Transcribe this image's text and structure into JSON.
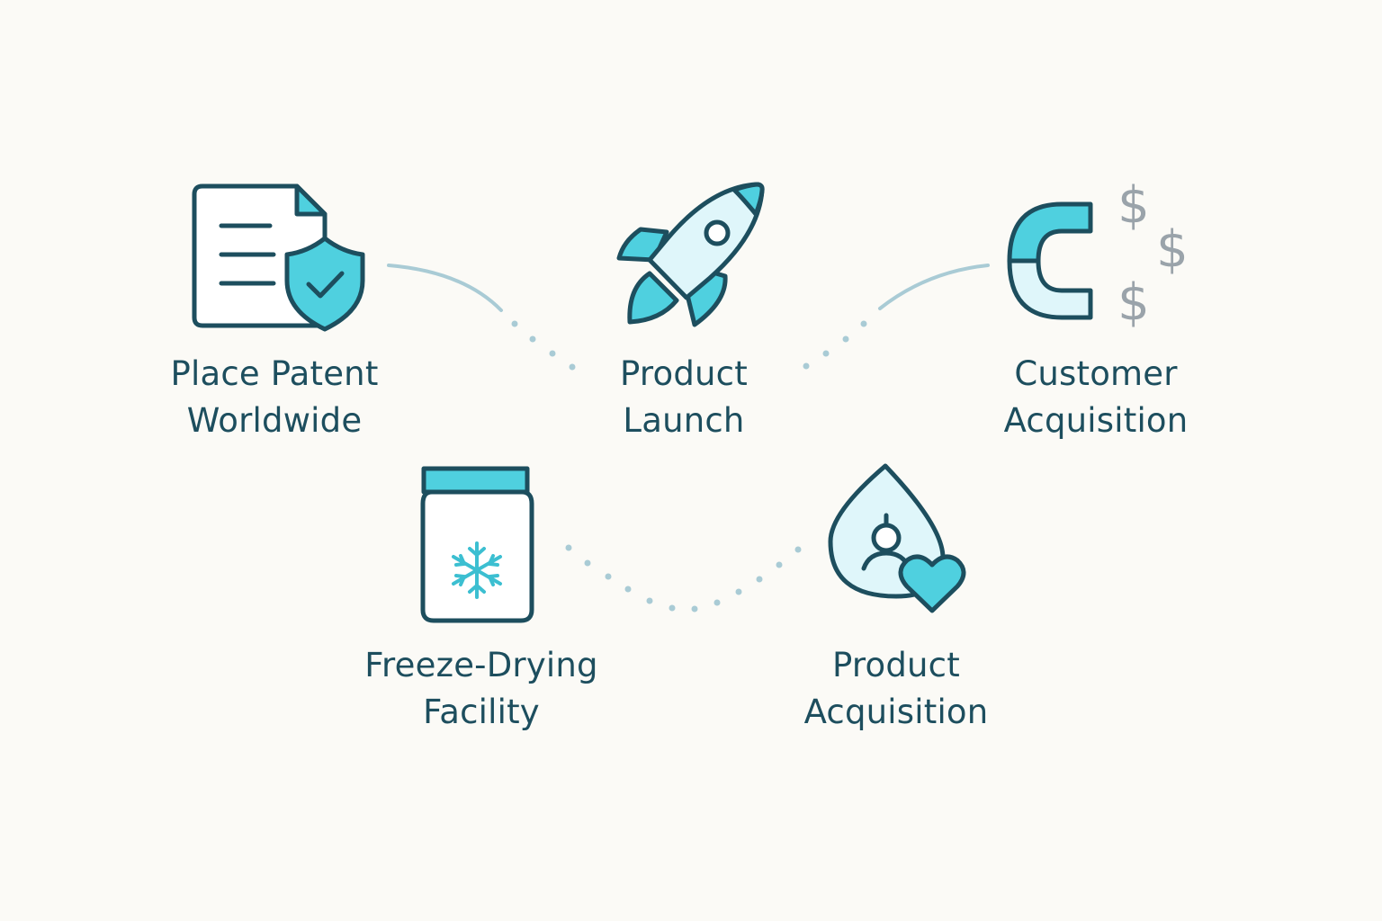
{
  "nodes": [
    {
      "id": "place-patent",
      "line1": "Place Patent",
      "line2": "Worldwide",
      "icon": "patent-document-shield-icon"
    },
    {
      "id": "product-launch",
      "line1": "Product",
      "line2": "Launch",
      "icon": "rocket-icon"
    },
    {
      "id": "customer-acquisition",
      "line1": "Customer",
      "line2": "Acquisition",
      "icon": "magnet-dollar-icon"
    },
    {
      "id": "freeze-drying",
      "line1": "Freeze-Drying",
      "line2": "Facility",
      "icon": "freeze-jar-icon"
    },
    {
      "id": "product-acquisition",
      "line1": "Product",
      "line2": "Acquisition",
      "icon": "drop-person-heart-icon"
    }
  ],
  "dollar_symbol": "$",
  "colors": {
    "background": "#fbfaf6",
    "outline": "#1d4e5e",
    "accent": "#4fd0df",
    "light_fill": "#dff6fa",
    "connector": "#a9cbd5",
    "dollar": "#9aa3aa"
  }
}
